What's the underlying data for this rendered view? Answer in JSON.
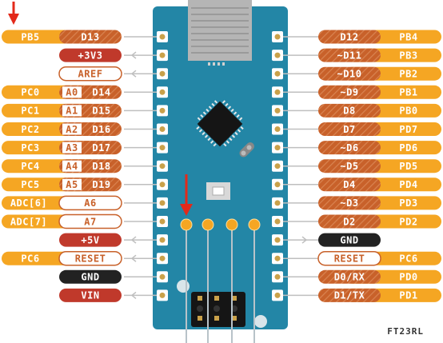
{
  "colors": {
    "orange": "#f5a623",
    "brown": "#c8612a",
    "red_label": "#c0392b",
    "dark_label": "#222222",
    "board": "#2386a6",
    "arrow": "#e3291a"
  },
  "left_rows": [
    {
      "port": "PB5",
      "analog": "",
      "pin": "D13",
      "style": "digital"
    },
    {
      "port": "",
      "analog": "",
      "pin": "+3V3",
      "style": "power"
    },
    {
      "port": "",
      "analog": "",
      "pin": "AREF",
      "style": "outline"
    },
    {
      "port": "PC0",
      "analog": "A0",
      "pin": "D14",
      "style": "digital"
    },
    {
      "port": "PC1",
      "analog": "A1",
      "pin": "D15",
      "style": "digital"
    },
    {
      "port": "PC2",
      "analog": "A2",
      "pin": "D16",
      "style": "digital"
    },
    {
      "port": "PC3",
      "analog": "A3",
      "pin": "D17",
      "style": "digital"
    },
    {
      "port": "PC4",
      "analog": "A4",
      "pin": "D18",
      "style": "digital"
    },
    {
      "port": "PC5",
      "analog": "A5",
      "pin": "D19",
      "style": "digital"
    },
    {
      "port": "ADC[6]",
      "analog": "",
      "pin": "A6",
      "style": "adc"
    },
    {
      "port": "ADC[7]",
      "analog": "",
      "pin": "A7",
      "style": "adc"
    },
    {
      "port": "",
      "analog": "",
      "pin": "+5V",
      "style": "power"
    },
    {
      "port": "PC6",
      "analog": "",
      "pin": "RESET",
      "style": "outline"
    },
    {
      "port": "",
      "analog": "",
      "pin": "GND",
      "style": "ground"
    },
    {
      "port": "",
      "analog": "",
      "pin": "VIN",
      "style": "power"
    }
  ],
  "right_rows": [
    {
      "pin": "D12",
      "port": "PB4",
      "style": "digital"
    },
    {
      "pin": "~D11",
      "port": "PB3",
      "style": "digital"
    },
    {
      "pin": "~D10",
      "port": "PB2",
      "style": "digital"
    },
    {
      "pin": "~D9",
      "port": "PB1",
      "style": "digital"
    },
    {
      "pin": "D8",
      "port": "PB0",
      "style": "digital"
    },
    {
      "pin": "D7",
      "port": "PD7",
      "style": "digital"
    },
    {
      "pin": "~D6",
      "port": "PD6",
      "style": "digital"
    },
    {
      "pin": "~D5",
      "port": "PD5",
      "style": "digital"
    },
    {
      "pin": "D4",
      "port": "PD4",
      "style": "digital"
    },
    {
      "pin": "~D3",
      "port": "PD3",
      "style": "digital"
    },
    {
      "pin": "D2",
      "port": "PD2",
      "style": "digital"
    },
    {
      "pin": "GND",
      "port": "",
      "style": "ground"
    },
    {
      "pin": "RESET",
      "port": "PC6",
      "style": "outline"
    },
    {
      "pin": "D0/RX",
      "port": "PD0",
      "style": "digital"
    },
    {
      "pin": "D1/TX",
      "port": "PD1",
      "style": "digital"
    }
  ],
  "credit": "FT23RL"
}
